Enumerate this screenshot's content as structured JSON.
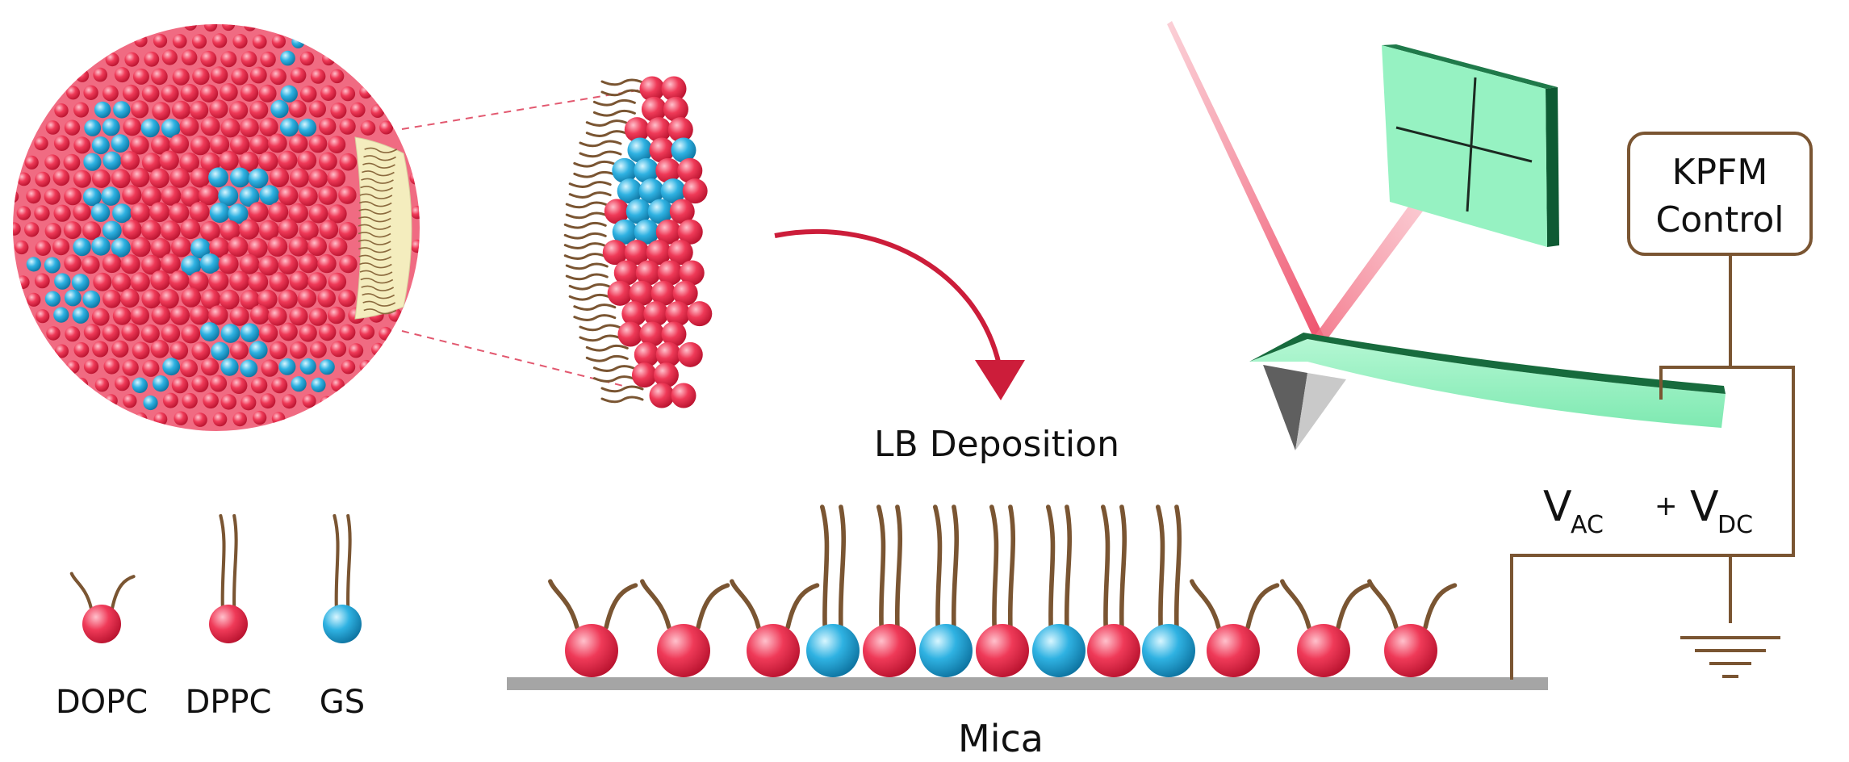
{
  "labels": {
    "kpfm_line1": "KPFM",
    "kpfm_line2": "Control",
    "lb_deposition": "LB Deposition",
    "mica": "Mica",
    "v_ac_main": "V",
    "v_ac_sub": "AC",
    "plus": "+",
    "v_dc_main": "V",
    "v_dc_sub": "DC"
  },
  "legend": [
    {
      "label": "DOPC",
      "head": "red",
      "tail": "kinked"
    },
    {
      "label": "DPPC",
      "head": "red",
      "tail": "straight"
    },
    {
      "label": "GS",
      "head": "blue",
      "tail": "straight"
    }
  ],
  "monolayer_sequence": [
    "DOPC",
    "DOPC",
    "DOPC",
    "GS",
    "DPPC",
    "GS",
    "DPPC",
    "GS",
    "DPPC",
    "GS",
    "DOPC",
    "DOPC",
    "DOPC"
  ],
  "colors": {
    "lipid_red": "#e8294a",
    "lipid_red_highlight": "#ffb3c0",
    "gs_blue": "#21a6d8",
    "gs_blue_highlight": "#bdeeff",
    "tail_brown": "#7a5532",
    "circuit_brown": "#7a5532",
    "cantilever_green": "#96f2c2",
    "cantilever_dark": "#157a43",
    "laser_pink": "#f2697e",
    "mica_gray": "#a5a5a5",
    "arrow_red": "#cc1d3a",
    "leaflet_yellow": "#f4edbe"
  }
}
